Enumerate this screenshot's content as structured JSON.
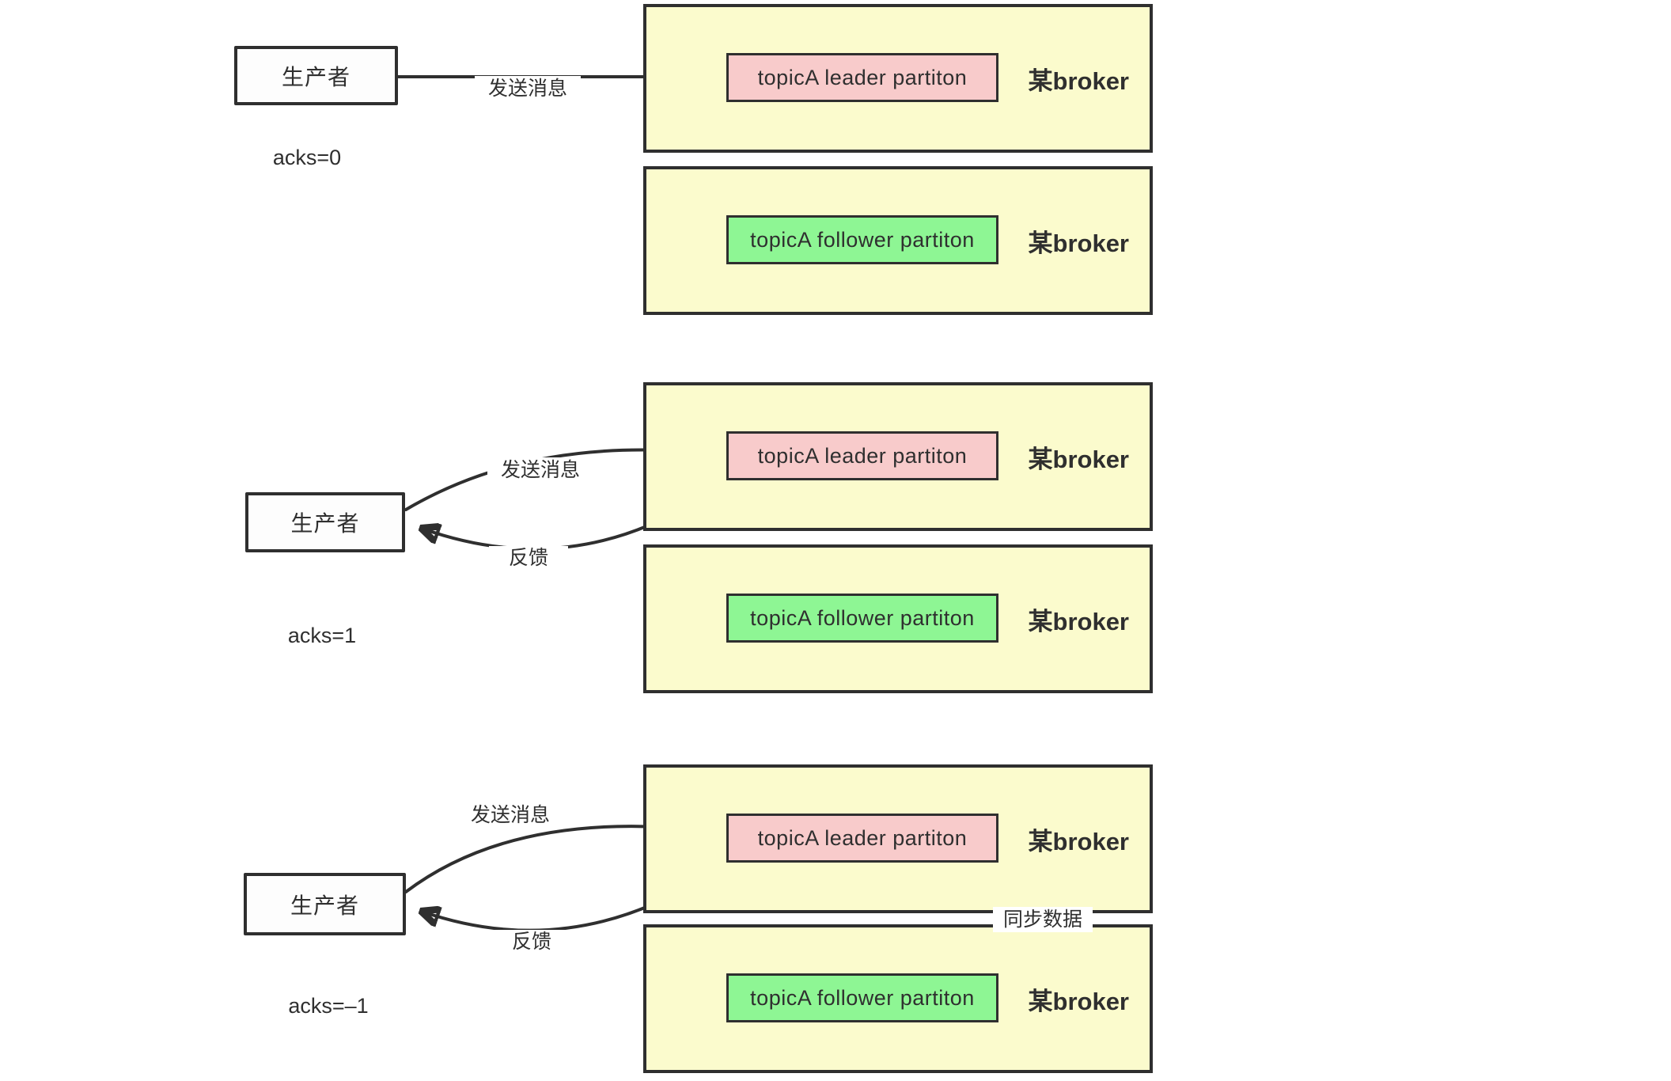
{
  "colors": {
    "broker_fill": "#fbfbcd",
    "leader_fill": "#f8cbcb",
    "follower_fill": "#8ef694",
    "producer_fill": "#fdfdfd",
    "line": "#2f2f2f",
    "text": "#2f2f2f",
    "label_bg": "#ffffff"
  },
  "sections": [
    {
      "acks": "acks=0",
      "producer": "生产者",
      "send_label": "发送消息",
      "brokers": [
        {
          "name": "某broker",
          "partition": "topicA leader partiton"
        },
        {
          "name": "某broker",
          "partition": "topicA follower partiton"
        }
      ]
    },
    {
      "acks": "acks=1",
      "producer": "生产者",
      "send_label": "发送消息",
      "feedback_label": "反馈",
      "brokers": [
        {
          "name": "某broker",
          "partition": "topicA leader partiton"
        },
        {
          "name": "某broker",
          "partition": "topicA follower partiton"
        }
      ]
    },
    {
      "acks": "acks=–1",
      "producer": "生产者",
      "send_label": "发送消息",
      "feedback_label": "反馈",
      "sync_label": "同步数据",
      "brokers": [
        {
          "name": "某broker",
          "partition": "topicA leader partiton"
        },
        {
          "name": "某broker",
          "partition": "topicA follower partiton"
        }
      ]
    }
  ]
}
